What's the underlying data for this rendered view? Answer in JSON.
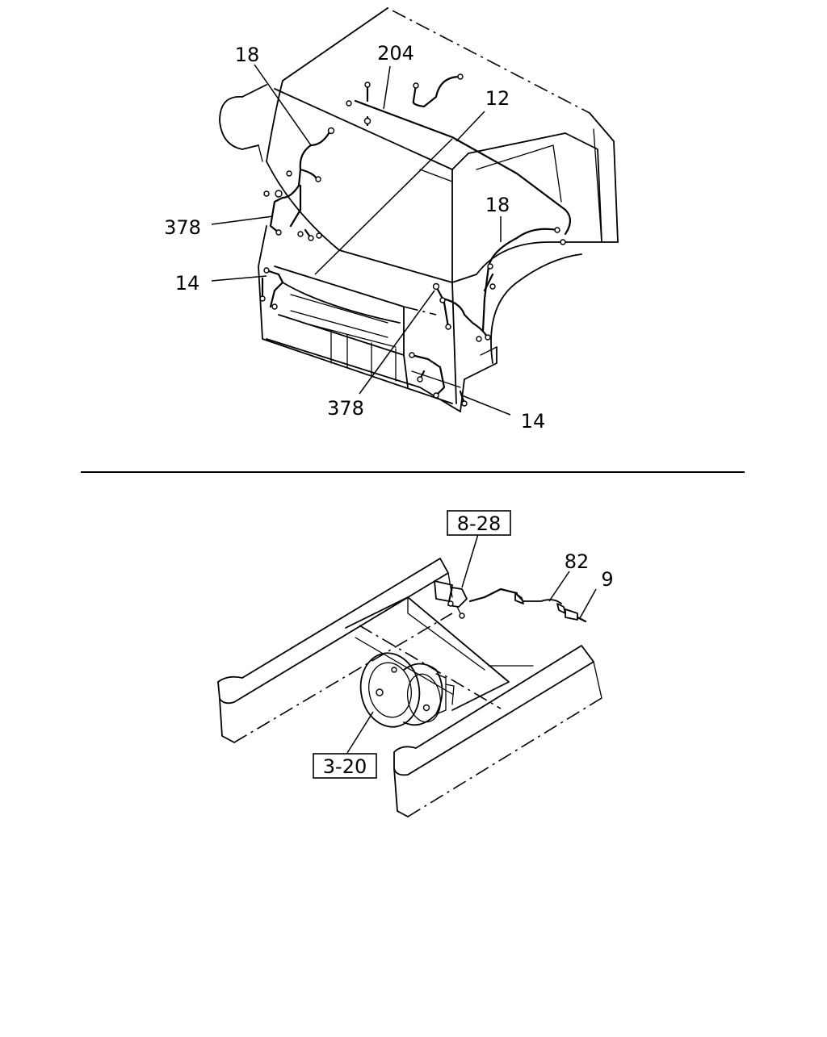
{
  "top_callouts": {
    "c18_left": "18",
    "c204": "204",
    "c12": "12",
    "c18_right": "18",
    "c378_left": "378",
    "c14_left": "14",
    "c378_bottom": "378",
    "c14_right": "14"
  },
  "bottom_callouts": {
    "ref_8_28": "8-28",
    "c82": "82",
    "c9": "9",
    "ref_3_20": "3-20"
  }
}
